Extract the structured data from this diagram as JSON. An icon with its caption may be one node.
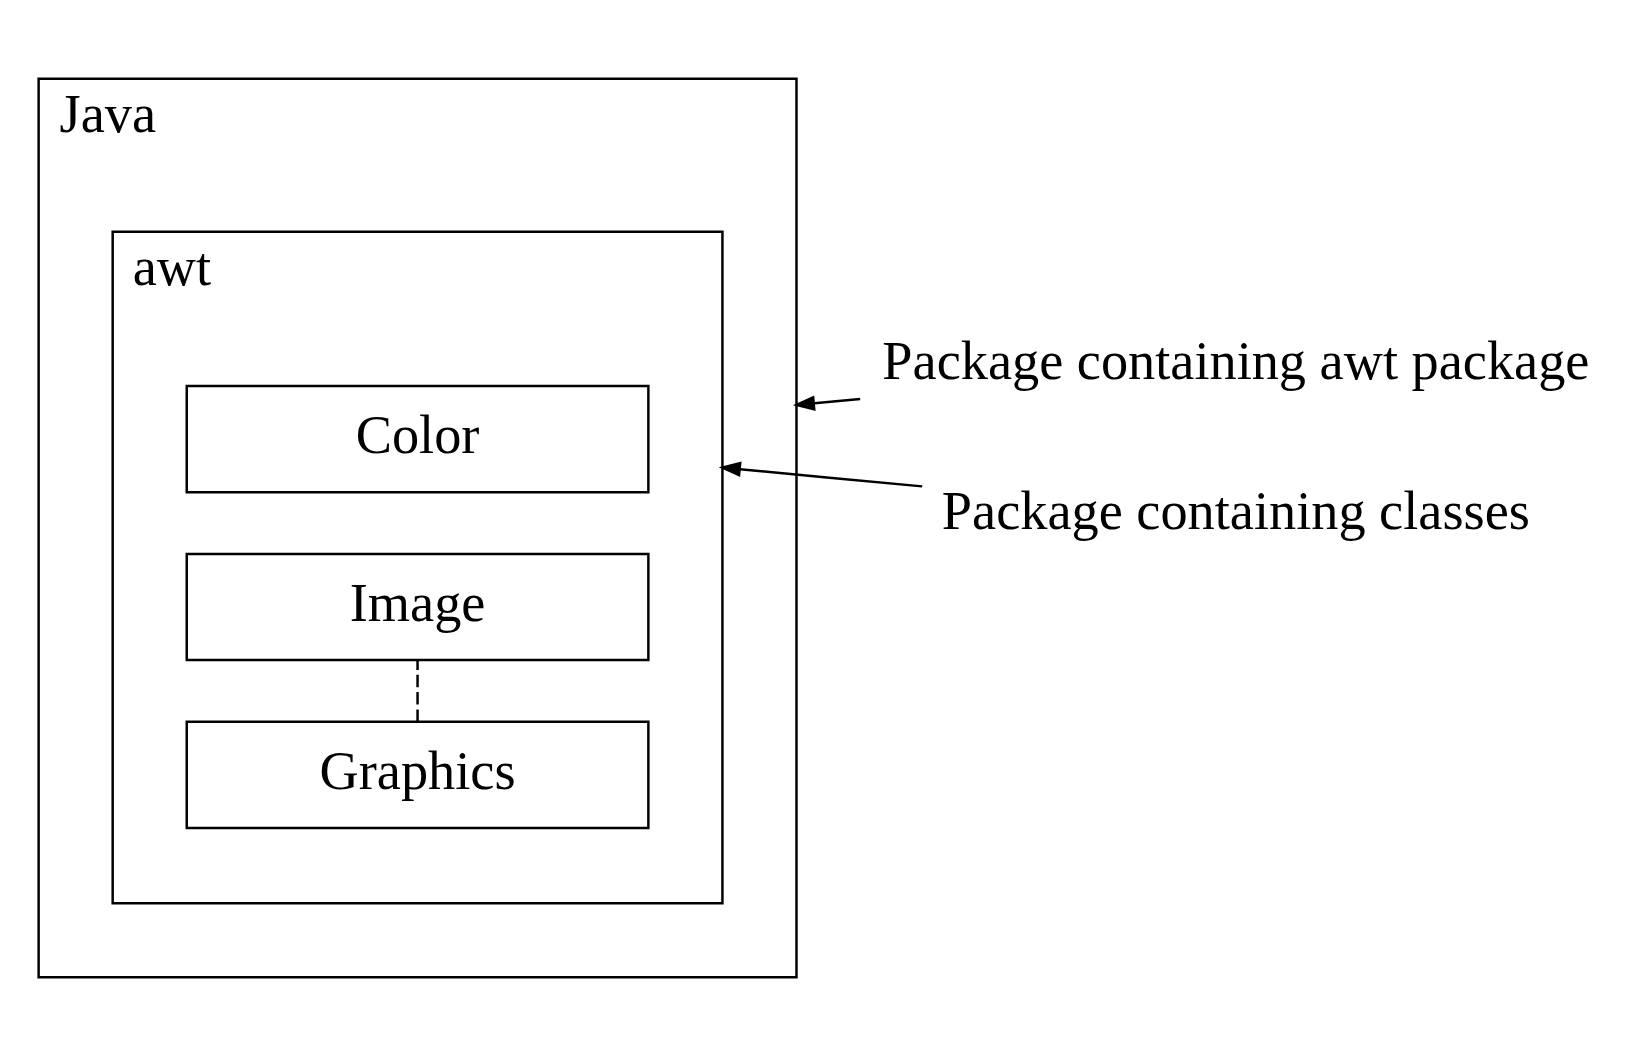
{
  "diagram": {
    "nodes": [
      {
        "text": [
          "Java"
        ]
      },
      {
        "text": [
          "awt"
        ],
        "in": 0
      },
      {
        "text": [
          "Color"
        ],
        "in": 1
      },
      {
        "text": [
          "Graphics"
        ],
        "in": 1
      },
      {
        "text": [
          "Image"
        ],
        "in": 1
      },
      {
        "text": [
          "Package containing awt package"
        ]
      },
      {
        "text": [
          "Package containing classes"
        ]
      }
    ],
    "edges": [
      {
        "from": 5,
        "to": 0,
        "arrow": "to"
      },
      {
        "from": 6,
        "to": 1,
        "arrow": "to"
      },
      {
        "from": 3,
        "to": 4,
        "arrow": "none",
        "style": "dashed"
      }
    ]
  }
}
